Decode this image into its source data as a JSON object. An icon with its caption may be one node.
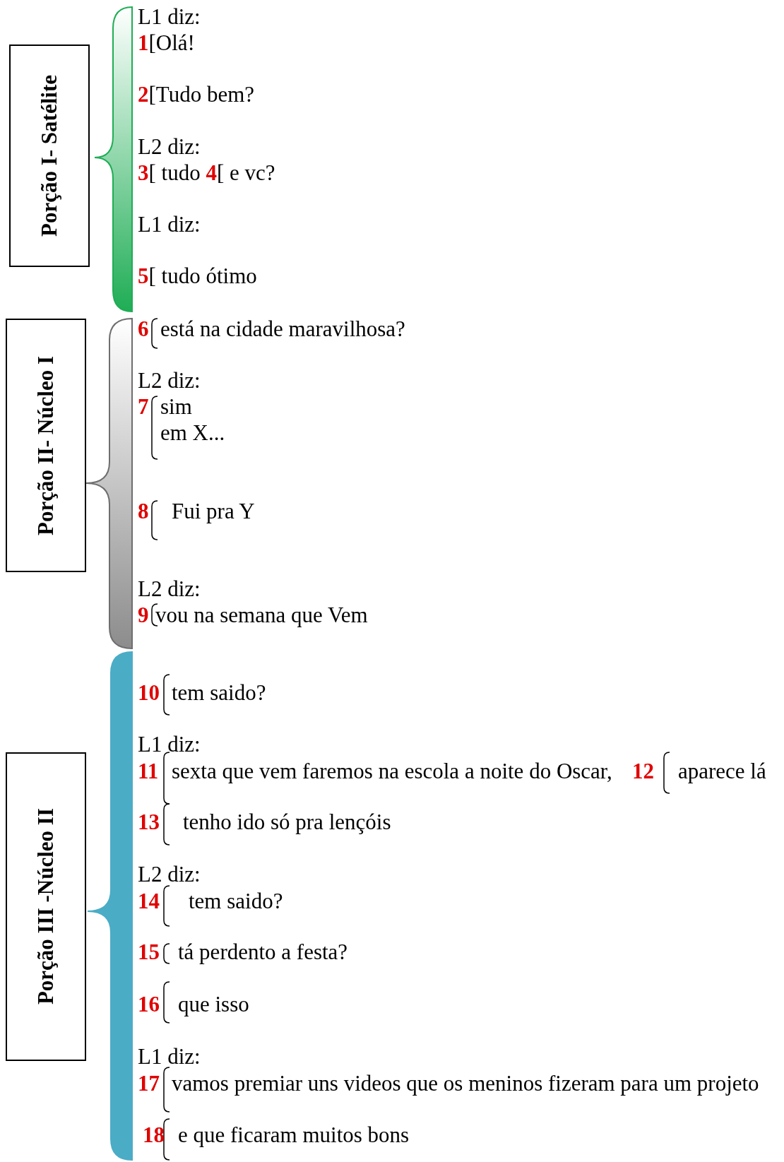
{
  "diagram": {
    "nodes": [
      {
        "text": [
          "Porção I- Satélite"
        ]
      },
      {
        "text": [
          "Porção II- Núcleo I"
        ]
      },
      {
        "text": [
          "Porção III -Núcleo II"
        ]
      },
      {
        "text": [],
        "shape": "brace"
      },
      {
        "text": [],
        "shape": "brace"
      },
      {
        "text": [],
        "shape": "brace"
      }
    ],
    "labels": [
      "L1 diz:",
      "**1**[Olá!",
      "**2**[Tudo bem?",
      "L2 diz:",
      "**3**[ tudo **4**[ e vc?",
      "L1 diz:",
      "**5**[ tudo ótimo",
      "6",
      "está na cidade maravilhosa?",
      "L2 diz:",
      "7",
      "sim",
      "em X...",
      "8",
      "Fui pra Y",
      "L2 diz:",
      "9",
      "vou na semana que Vem",
      "10",
      "tem saido?",
      "L1 diz:",
      "11",
      "sexta que vem faremos na escola a noite do Oscar,",
      "12",
      "aparece lá",
      "13",
      "tenho ido só pra lençóis",
      "L2 diz:",
      "14",
      "tem saido?",
      "15",
      "tá perdento a festa?",
      "16",
      "que isso",
      "L1 diz:",
      "17",
      "vamos premiar uns videos que os meninos fizeram para um projeto",
      "18",
      "e que ficaram muitos bons"
    ]
  }
}
